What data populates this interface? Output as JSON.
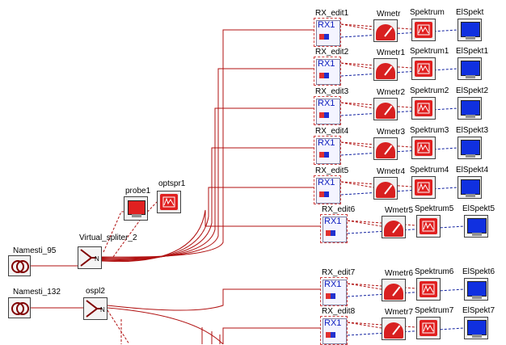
{
  "sources": [
    {
      "label": "Namesti_95"
    },
    {
      "label": "Namesti_132"
    }
  ],
  "splitters": [
    {
      "label": "Virtual_spliter_2",
      "port": "N"
    },
    {
      "label": "ospl2",
      "port": "N"
    }
  ],
  "probes": [
    {
      "label": "probe1"
    },
    {
      "label": "optspr1"
    }
  ],
  "rx_block_text": "RX1",
  "rows": [
    {
      "rx": "RX_edit1",
      "wm": "Wmetr",
      "sp": "Spektrum",
      "el": "ElSpekt"
    },
    {
      "rx": "RX_edit2",
      "wm": "Wmetr1",
      "sp": "Spektrum1",
      "el": "ElSpekt1"
    },
    {
      "rx": "RX_edit3",
      "wm": "Wmetr2",
      "sp": "Spektrum2",
      "el": "ElSpekt2"
    },
    {
      "rx": "RX_edit4",
      "wm": "Wmetr3",
      "sp": "Spektrum3",
      "el": "ElSpekt3"
    },
    {
      "rx": "RX_edit5",
      "wm": "Wmetr4",
      "sp": "Spektrum4",
      "el": "ElSpekt4"
    },
    {
      "rx": "RX_edit6",
      "wm": "Wmetr5",
      "sp": "Spektrum5",
      "el": "ElSpekt5"
    },
    {
      "rx": "RX_edit7",
      "wm": "Wmetr6",
      "sp": "Spektrum6",
      "el": "ElSpekt6"
    },
    {
      "rx": "RX_edit8",
      "wm": "Wmetr7",
      "sp": "Spektrum7",
      "el": "ElSpekt7"
    }
  ],
  "colors": {
    "optical_link": "#b01010",
    "electrical_link": "#1020a0",
    "block_red": "#e02020",
    "block_blue": "#1030e0"
  }
}
